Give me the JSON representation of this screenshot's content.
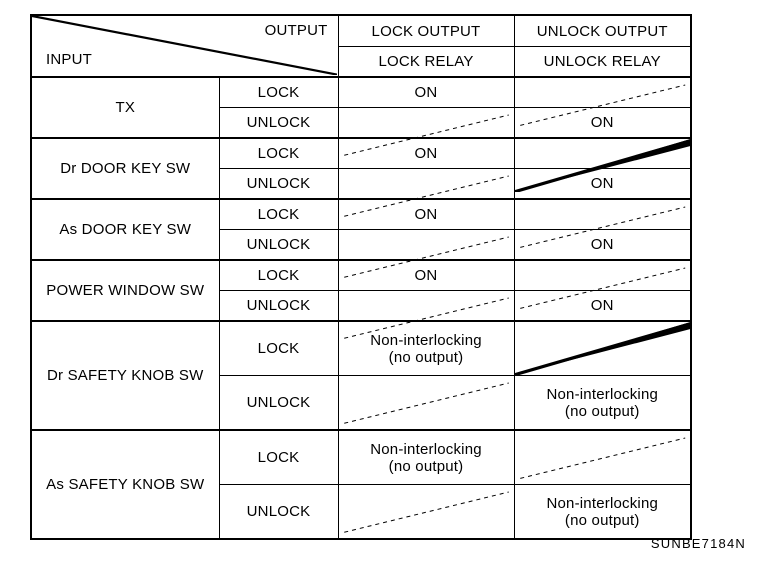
{
  "header": {
    "corner": {
      "output_label": "OUTPUT",
      "input_label": "INPUT"
    },
    "columns": [
      {
        "title": "LOCK OUTPUT",
        "sub": "LOCK RELAY"
      },
      {
        "title": "UNLOCK OUTPUT",
        "sub": "UNLOCK RELAY"
      }
    ]
  },
  "mode_labels": {
    "lock": "LOCK",
    "unlock": "UNLOCK"
  },
  "values": {
    "on": "ON",
    "non_interlocking_line1": "Non-interlocking",
    "non_interlocking_line2": "(no output)",
    "empty": ""
  },
  "rows": [
    {
      "input": "TX",
      "modes": [
        {
          "mode": "LOCK",
          "lock_relay": "ON",
          "unlock_relay": "",
          "lock_mark": "none",
          "unlock_mark": "dashed"
        },
        {
          "mode": "UNLOCK",
          "lock_relay": "",
          "unlock_relay": "ON",
          "lock_mark": "dashed",
          "unlock_mark": "none"
        }
      ]
    },
    {
      "input": "Dr DOOR KEY SW",
      "modes": [
        {
          "mode": "LOCK",
          "lock_relay": "ON",
          "unlock_relay": "",
          "lock_mark": "none",
          "unlock_mark": "thick"
        },
        {
          "mode": "UNLOCK",
          "lock_relay": "",
          "unlock_relay": "ON",
          "lock_mark": "dashed",
          "unlock_mark": "none"
        }
      ]
    },
    {
      "input": "As DOOR KEY SW",
      "modes": [
        {
          "mode": "LOCK",
          "lock_relay": "ON",
          "unlock_relay": "",
          "lock_mark": "none",
          "unlock_mark": "dashed"
        },
        {
          "mode": "UNLOCK",
          "lock_relay": "",
          "unlock_relay": "ON",
          "lock_mark": "dashed",
          "unlock_mark": "none"
        }
      ]
    },
    {
      "input": "POWER WINDOW SW",
      "modes": [
        {
          "mode": "LOCK",
          "lock_relay": "ON",
          "unlock_relay": "",
          "lock_mark": "none",
          "unlock_mark": "dashed"
        },
        {
          "mode": "UNLOCK",
          "lock_relay": "",
          "unlock_relay": "ON",
          "lock_mark": "dashed",
          "unlock_mark": "none"
        }
      ]
    },
    {
      "input": "Dr SAFETY KNOB SW",
      "modes": [
        {
          "mode": "LOCK",
          "lock_relay": "Non-interlocking|(no output)",
          "unlock_relay": "",
          "lock_mark": "none",
          "unlock_mark": "thick"
        },
        {
          "mode": "UNLOCK",
          "lock_relay": "",
          "unlock_relay": "Non-interlocking|(no output)",
          "lock_mark": "dashed",
          "unlock_mark": "none"
        }
      ]
    },
    {
      "input": "As SAFETY KNOB SW",
      "modes": [
        {
          "mode": "LOCK",
          "lock_relay": "Non-interlocking|(no output)",
          "unlock_relay": "",
          "lock_mark": "none",
          "unlock_mark": "dashed"
        },
        {
          "mode": "UNLOCK",
          "lock_relay": "",
          "unlock_relay": "Non-interlocking|(no output)",
          "lock_mark": "dashed",
          "unlock_mark": "none"
        }
      ]
    }
  ],
  "footer": {
    "code": "SUNBE7184N"
  },
  "colors": {
    "ink": "#000000",
    "paper": "#ffffff"
  }
}
